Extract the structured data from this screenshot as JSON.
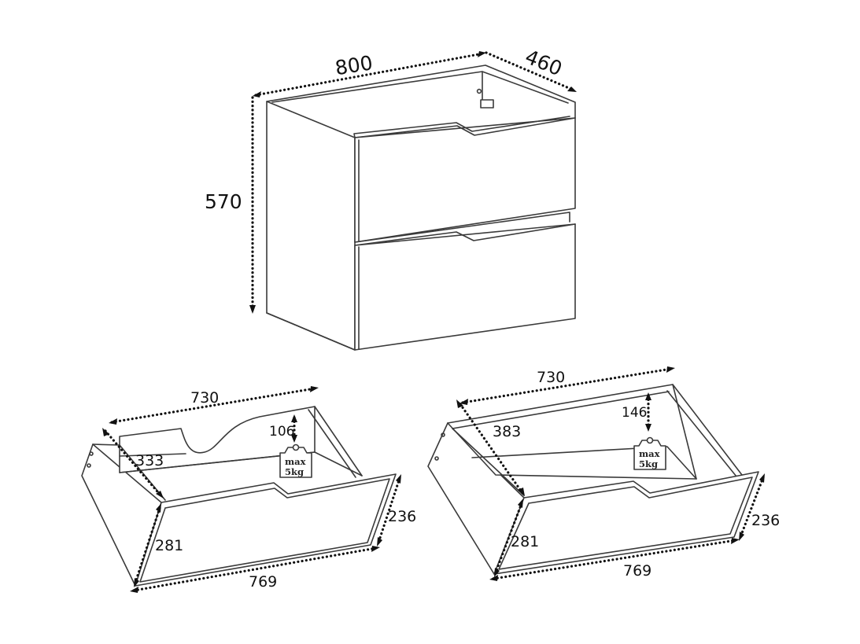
{
  "cabinet": {
    "width": "800",
    "depth": "460",
    "height": "570"
  },
  "drawer_upper": {
    "width_back": "730",
    "inner_depth": "333",
    "cutout_depth": "106",
    "front_height": "236",
    "side_height": "281",
    "front_width": "769",
    "weight_label_1": "max",
    "weight_label_2": "5kg"
  },
  "drawer_lower": {
    "width_back": "730",
    "inner_depth": "383",
    "inner_height": "146",
    "front_height": "236",
    "side_height": "281",
    "front_width": "769",
    "weight_label_1": "max",
    "weight_label_2": "5kg"
  },
  "icons": [
    "weight-icon"
  ]
}
